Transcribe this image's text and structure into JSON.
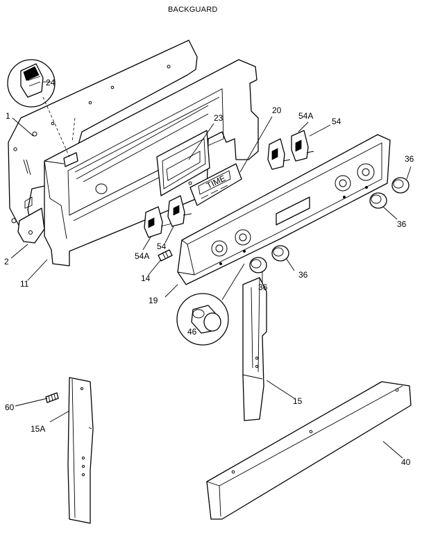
{
  "title": "BACKGUARD",
  "parts": [
    {
      "id": "p1",
      "label": "1"
    },
    {
      "id": "p2",
      "label": "2"
    },
    {
      "id": "p11",
      "label": "11"
    },
    {
      "id": "p14",
      "label": "14"
    },
    {
      "id": "p15",
      "label": "15"
    },
    {
      "id": "p15a",
      "label": "15A"
    },
    {
      "id": "p19",
      "label": "19"
    },
    {
      "id": "p20",
      "label": "20"
    },
    {
      "id": "p23",
      "label": "23"
    },
    {
      "id": "p24",
      "label": "24"
    },
    {
      "id": "p36a",
      "label": "36"
    },
    {
      "id": "p36b",
      "label": "36"
    },
    {
      "id": "p36c",
      "label": "36"
    },
    {
      "id": "p36d",
      "label": "36"
    },
    {
      "id": "p40",
      "label": "40"
    },
    {
      "id": "p46",
      "label": "46"
    },
    {
      "id": "p54a",
      "label": "54"
    },
    {
      "id": "p54b",
      "label": "54"
    },
    {
      "id": "p54Aa",
      "label": "54A"
    },
    {
      "id": "p54Ab",
      "label": "54A"
    },
    {
      "id": "p60",
      "label": "60"
    }
  ],
  "display_text": "TIME"
}
